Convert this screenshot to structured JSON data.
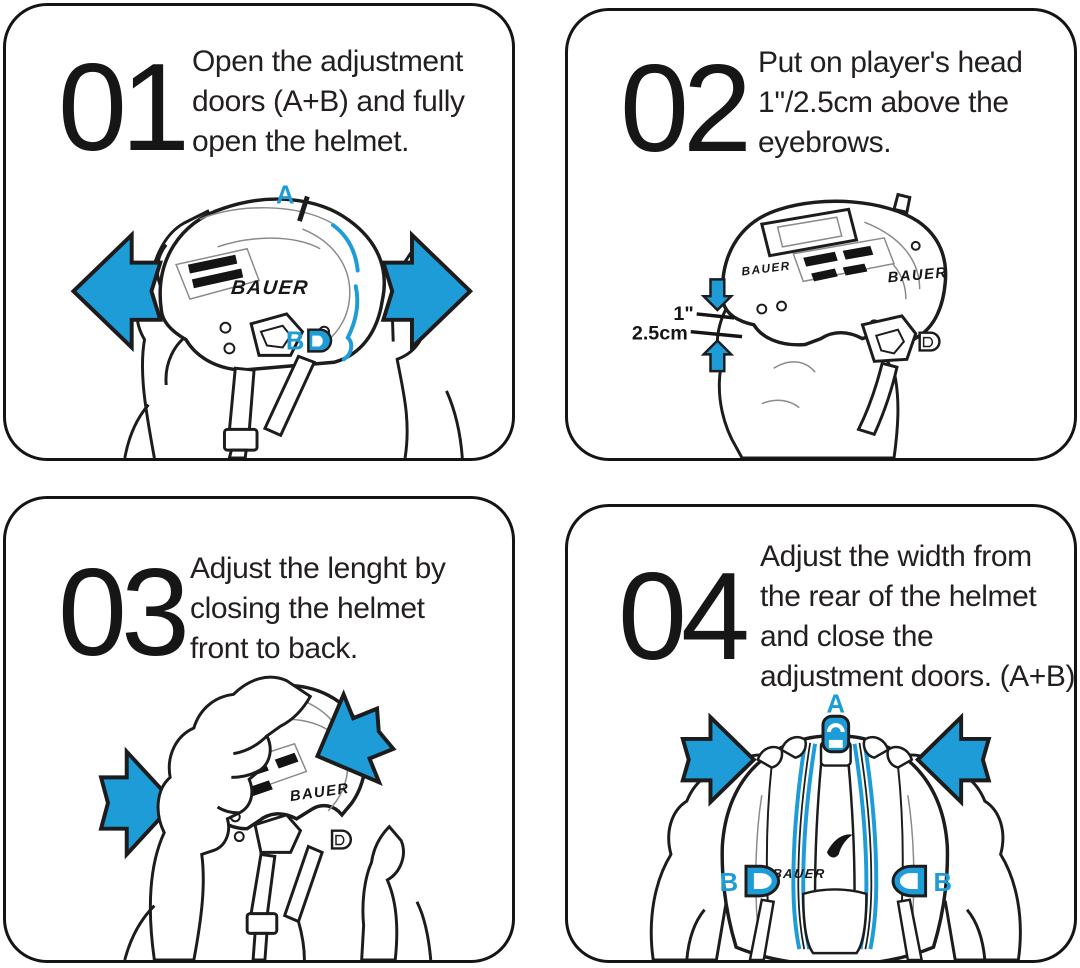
{
  "colors": {
    "accent_blue": "#1E9CD8",
    "line_black": "#1c1c1c",
    "text_black": "#231f20"
  },
  "brand": {
    "logo_text": "BAUER"
  },
  "panels": [
    {
      "number": "01",
      "lines": [
        "Open the adjustment",
        "doors (A+B) and fully",
        "open the helmet."
      ],
      "label_a": "A",
      "label_b": "B"
    },
    {
      "number": "02",
      "lines": [
        "Put on player's head",
        "1''/2.5cm above the",
        "eyebrows."
      ],
      "ann_inches": "1\"",
      "ann_cm": "2.5cm"
    },
    {
      "number": "03",
      "lines": [
        "Adjust the lenght by",
        "closing the helmet",
        "front to back."
      ]
    },
    {
      "number": "04",
      "lines": [
        "Adjust the width from",
        "the rear of the helmet",
        "and close the",
        "adjustment doors. (A+B)"
      ],
      "label_a": "A",
      "label_b_left": "B",
      "label_b_right": "B"
    }
  ]
}
